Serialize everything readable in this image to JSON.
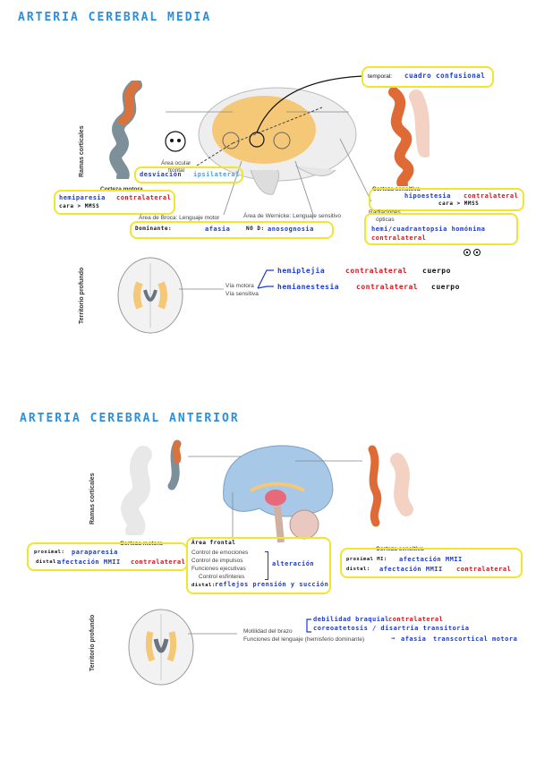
{
  "mca": {
    "title": "ARTERIA CEREBRAL MEDIA",
    "side_label_cortical": "Ramas corticales",
    "side_label_deep": "Territorio profundo",
    "temporal_box": {
      "prefix": "temporal:",
      "text": "cuadro confusional"
    },
    "ocular": {
      "label1": "Área ocular",
      "label2": "frontal",
      "hand1": "desviación",
      "hand2": "ipsilateral"
    },
    "motor": {
      "title": "Corteza motora",
      "line1a": "hemiparesia",
      "line1b": "contralateral",
      "line2": "cara > MMSS"
    },
    "sensory": {
      "title": "Corteza sensitiva",
      "line1a": "hipoestesia",
      "line1b": "contralateral",
      "line2": "cara > MMSS"
    },
    "broca": {
      "label": "Área de Broca: Lenguaje motor",
      "hand_a": "Dominante:",
      "hand_b": "afasia"
    },
    "wernicke": {
      "label": "Área de Wernicke: Lenguaje sensitivo",
      "hand_a": "NO D:",
      "hand_b": "anosognosia"
    },
    "optic": {
      "label1": "Radiaciones",
      "label2": "ópticas",
      "hand1": "hemi/cuadrantopsia homónima",
      "hand2": "contralateral"
    },
    "deep": {
      "via_motora": "Vía motora",
      "via_sensitiva": "Vía sensitiva",
      "hand1a": "hemiplejia",
      "hand1b": "contralateral",
      "hand1c": "cuerpo",
      "hand2a": "hemianestesia",
      "hand2b": "contralateral",
      "hand2c": "cuerpo"
    }
  },
  "aca": {
    "title": "ARTERIA CEREBRAL ANTERIOR",
    "side_label_cortical": "Ramas corticales",
    "side_label_deep": "Territorio profundo",
    "motor": {
      "title": "Corteza motora",
      "l1a": "proximal:",
      "l1b": "paraparesia",
      "l2a": "distal:",
      "l2b": "afectación MMII",
      "l2c": "contralateral"
    },
    "frontal": {
      "title": "Área frontal",
      "items": [
        "Control de emociones",
        "Control de impulsos",
        "Funciones ejecutivas",
        "Control esfínteres"
      ],
      "bracket": "alteración",
      "hand_a": "distal:",
      "hand_b": "reflejos prensión y succión"
    },
    "sensory": {
      "title": "Corteza sensitiva",
      "l1a": "proximal MI:",
      "l1b": "afectación MMII",
      "l2a": "distal:",
      "l2b": "afectación MMII",
      "l2c": "contralateral"
    },
    "deep": {
      "label1": "Motilidad del brazo",
      "label2": "Funciones del lenguaje (hemisferio dominante)",
      "hand1a": "debilidad braquial",
      "hand1b": "contralateral",
      "hand2": "coreoatetosis / disartria transitoria",
      "hand3a": "afasia",
      "hand3b": "transcortical motora"
    }
  },
  "colors": {
    "yellow": "#f0e630",
    "blue": "#1a3ad6",
    "red": "#d8141b",
    "title_blue": "#2b8fe0",
    "brain_orange": "#f5c878",
    "brain_blue": "#a8c8e8"
  }
}
